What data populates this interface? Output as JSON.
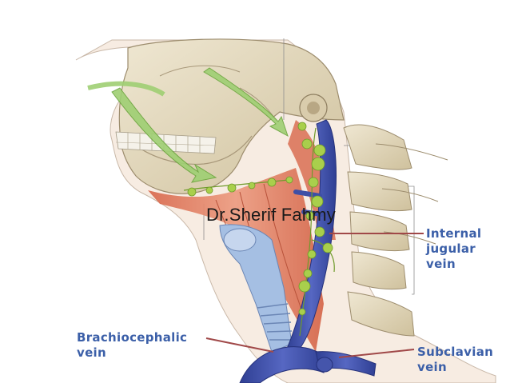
{
  "labels": {
    "internal_jugular": [
      "Internal",
      "jugular",
      "vein"
    ],
    "brachiocephalic": [
      "Brachiocephalic",
      "vein"
    ],
    "subclavian": [
      "Subclavian",
      "vein"
    ]
  },
  "watermark": "Dr.Sherif Fahmy",
  "colors": {
    "label_text": "#3b5fa8",
    "leader_line": "#a04848",
    "vein": "#3e4fa6",
    "muscle": "#e4886b",
    "lymph_node": "#a9cf4c",
    "arrow": "#9fcf73",
    "bone": "#e6dcc2",
    "cartilage": "#9fb8dc"
  }
}
